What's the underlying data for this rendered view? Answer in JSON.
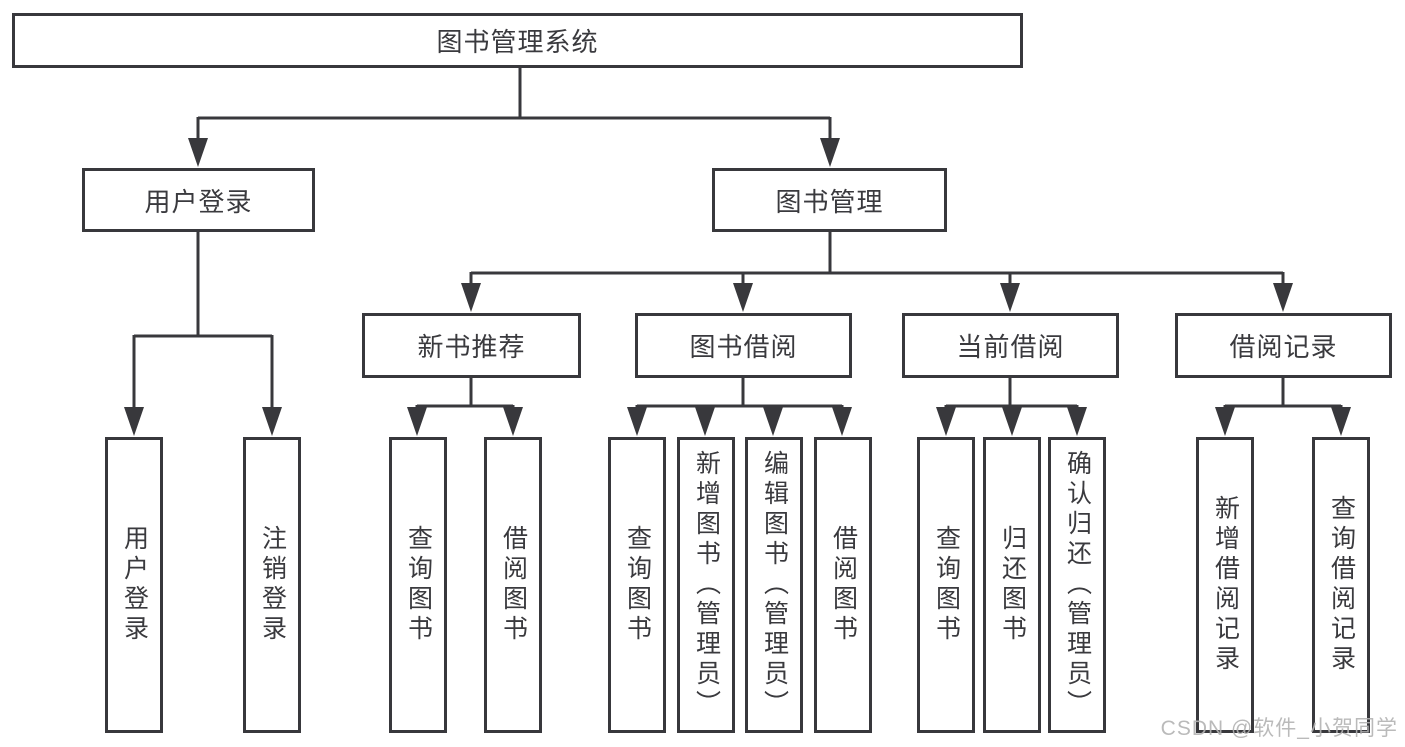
{
  "colors": {
    "line": "#38383c",
    "text": "#3a3a3e",
    "background": "#ffffff",
    "watermark": "#b3b3b3"
  },
  "diagram": {
    "root": {
      "label": "图书管理系统"
    },
    "branches": [
      {
        "label": "用户登录",
        "children": [
          {
            "label": "用户登录"
          },
          {
            "label": "注销登录"
          }
        ]
      },
      {
        "label": "图书管理",
        "children": [
          {
            "label": "新书推荐",
            "children": [
              {
                "label": "查询图书"
              },
              {
                "label": "借阅图书"
              }
            ]
          },
          {
            "label": "图书借阅",
            "children": [
              {
                "label": "查询图书"
              },
              {
                "label": "新增图书（管理员）"
              },
              {
                "label": "编辑图书（管理员）"
              },
              {
                "label": "借阅图书"
              }
            ]
          },
          {
            "label": "当前借阅",
            "children": [
              {
                "label": "查询图书"
              },
              {
                "label": "归还图书"
              },
              {
                "label": "确认归还（管理员）"
              }
            ]
          },
          {
            "label": "借阅记录",
            "children": [
              {
                "label": "新增借阅记录"
              },
              {
                "label": "查询借阅记录"
              }
            ]
          }
        ]
      }
    ]
  },
  "watermark": {
    "text": "CSDN @软件_小贺同学"
  }
}
